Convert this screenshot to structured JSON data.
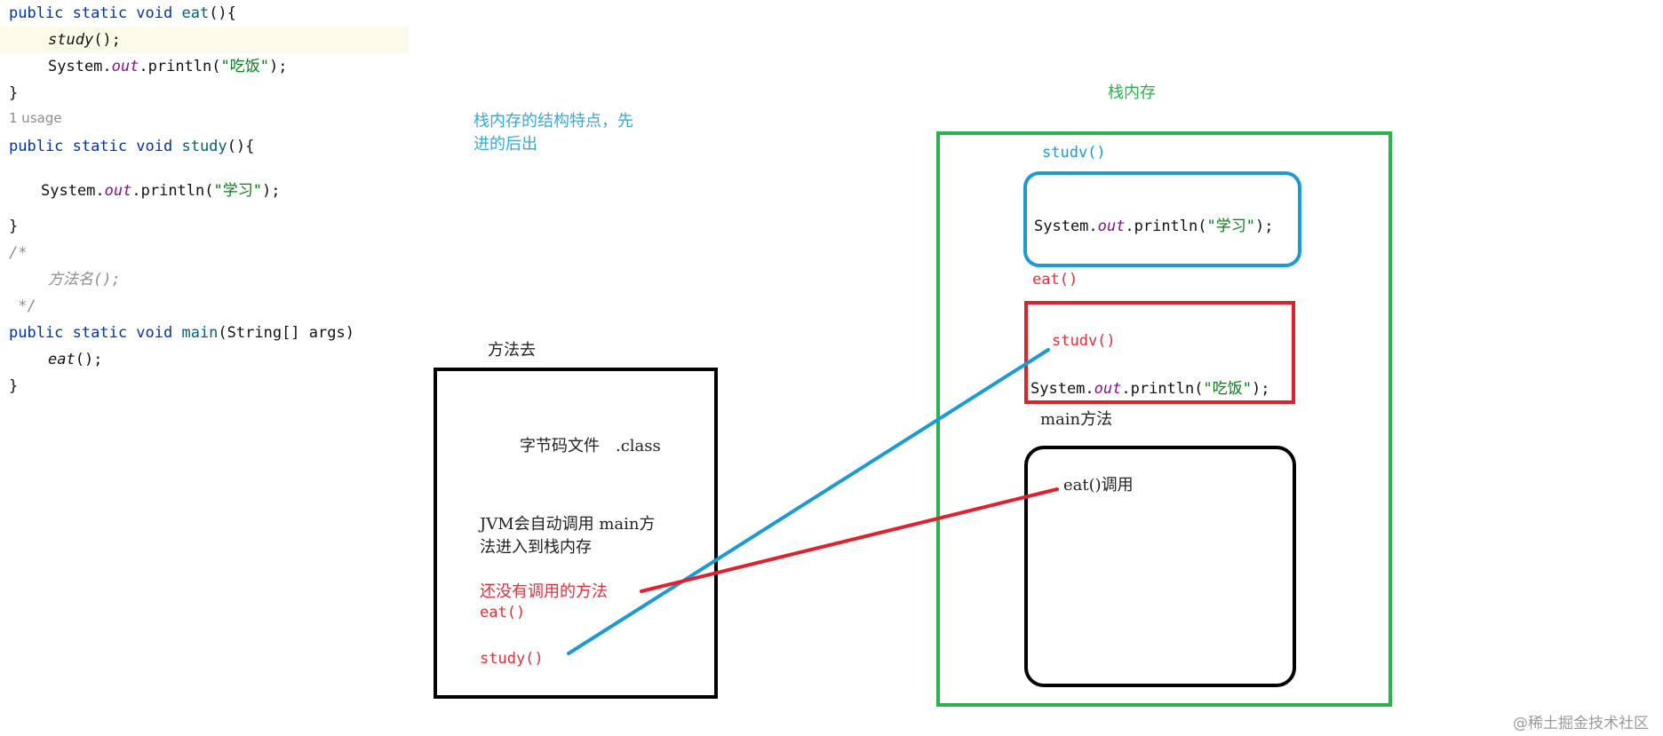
{
  "code": {
    "usage_hint": "1 usage",
    "eat_decl": {
      "kw": "public static void ",
      "name": "eat",
      "rest": "(){"
    },
    "eat_study_call": {
      "name": "study",
      "rest": "();"
    },
    "eat_println": {
      "pre": "System.",
      "field": "out",
      "mid": ".println(",
      "str": "\"吃饭\"",
      "post": ");"
    },
    "eat_close": "}",
    "study_decl": {
      "kw": "public static void ",
      "name": "study",
      "rest": "(){"
    },
    "study_println": {
      "pre": "System.",
      "field": "out",
      "mid": ".println(",
      "str": "\"学习\"",
      "post": ");"
    },
    "study_close": "}",
    "comment_open": "/*",
    "comment_body": "方法名();",
    "comment_close": " */",
    "main_decl": {
      "kw": "public static void ",
      "name": "main",
      "rest": "(String[] args)"
    },
    "main_eat_call": {
      "name": "eat",
      "rest": "();"
    },
    "main_close": "}"
  },
  "diagram": {
    "stack_note_line1": "栈内存的结构特点，先",
    "stack_note_line2": "进的后出",
    "method_area": {
      "title": "方法去",
      "bytecode_label": "字节码文件　.class",
      "jvm_line1": "JVM会自动调用 main方",
      "jvm_line2": "法进入到栈内存",
      "not_called": "还没有调用的方法",
      "eat": "eat()",
      "study": "study()"
    },
    "stack": {
      "title": "栈内存",
      "study_frame": {
        "label": "studv()",
        "println": {
          "pre": "System.",
          "field": "out",
          "mid": ".println(",
          "str": "\"学习\"",
          "post": ");"
        }
      },
      "eat_frame": {
        "label": "eat()",
        "inner_call": "studv()",
        "println": {
          "pre": "System.",
          "field": "out",
          "mid": ".println(",
          "str": "\"吃饭\"",
          "post": ");"
        }
      },
      "main_frame": {
        "label": "main方法",
        "call": "eat()调用"
      }
    },
    "watermark": "@稀土掘金技术社区"
  },
  "colors": {
    "green": "#2bb24c",
    "blue": "#1a9ad6",
    "red": "#e0202c",
    "black": "#000000",
    "note_blue": "#3aa7d8",
    "label_red": "#e0303a"
  }
}
